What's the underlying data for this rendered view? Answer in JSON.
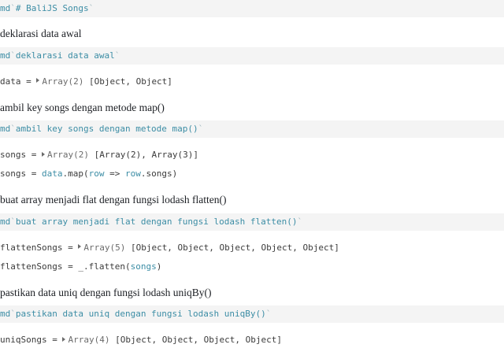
{
  "notebook": {
    "platform": "observable-notebook",
    "colors": {
      "cell_source_background": "#f4f4f4",
      "page_background": "#ffffff",
      "md_token": "#3c8da5",
      "identifier_token": "#3c8da5",
      "text": "#3b3b3b",
      "prose_text": "#1b1e23"
    },
    "cells": [
      {
        "id": "cell-title",
        "kind": "markdown-source",
        "tag": "md",
        "body": "# BaliJS Songs",
        "source_full": "md`# BaliJS Songs`"
      },
      {
        "id": "cell-deklarasi-md",
        "kind": "markdown-rendered",
        "rendered": "deklarasi data awal",
        "tag": "md",
        "body": "deklarasi data awal",
        "source_full": "md`deklarasi data awal`"
      },
      {
        "id": "cell-data",
        "kind": "value",
        "name": "data",
        "assign": "data = ",
        "array_label": "Array(2)",
        "array_preview": "[Object, Object]"
      },
      {
        "id": "cell-ambil-md",
        "kind": "markdown-rendered",
        "rendered": "ambil key songs dengan metode map()",
        "tag": "md",
        "body": "ambil key songs dengan metode map()",
        "source_full": "md`ambil key songs dengan metode map()`"
      },
      {
        "id": "cell-songs",
        "kind": "value",
        "name": "songs",
        "assign": "songs = ",
        "array_label": "Array(2)",
        "array_preview": "[Array(2), Array(3)]",
        "source_parts": [
          {
            "t": "songs = ",
            "c": "plain"
          },
          {
            "t": "data",
            "c": "ident"
          },
          {
            "t": ".map(",
            "c": "plain"
          },
          {
            "t": "row",
            "c": "ident"
          },
          {
            "t": " => ",
            "c": "plain"
          },
          {
            "t": "row",
            "c": "ident"
          },
          {
            "t": ".songs)",
            "c": "plain"
          }
        ],
        "source_full": "songs = data.map(row => row.songs)"
      },
      {
        "id": "cell-flatten-md",
        "kind": "markdown-rendered",
        "rendered": "buat array menjadi flat dengan fungsi lodash flatten()",
        "tag": "md",
        "body": "buat array menjadi flat dengan fungsi lodash flatten()",
        "source_full": "md`buat array menjadi flat dengan fungsi lodash flatten()`"
      },
      {
        "id": "cell-flattensongs",
        "kind": "value",
        "name": "flattenSongs",
        "assign": "flattenSongs = ",
        "array_label": "Array(5)",
        "array_preview": "[Object, Object, Object, Object, Object]",
        "source_parts": [
          {
            "t": "flattenSongs = _.flatten(",
            "c": "plain"
          },
          {
            "t": "songs",
            "c": "ident"
          },
          {
            "t": ")",
            "c": "plain"
          }
        ],
        "source_full": "flattenSongs = _.flatten(songs)"
      },
      {
        "id": "cell-uniq-md",
        "kind": "markdown-rendered",
        "rendered": "pastikan data uniq dengan fungsi lodash uniqBy()",
        "tag": "md",
        "body": "pastikan data uniq dengan fungsi lodash uniqBy()",
        "source_full": "md`pastikan data uniq dengan fungsi lodash uniqBy()`"
      },
      {
        "id": "cell-uniqsongs",
        "kind": "value",
        "name": "uniqSongs",
        "assign": "uniqSongs = ",
        "array_label": "Array(4)",
        "array_preview": "[Object, Object, Object, Object]"
      }
    ]
  },
  "tokens": {
    "backtick": "`",
    "md_tag": "md"
  }
}
